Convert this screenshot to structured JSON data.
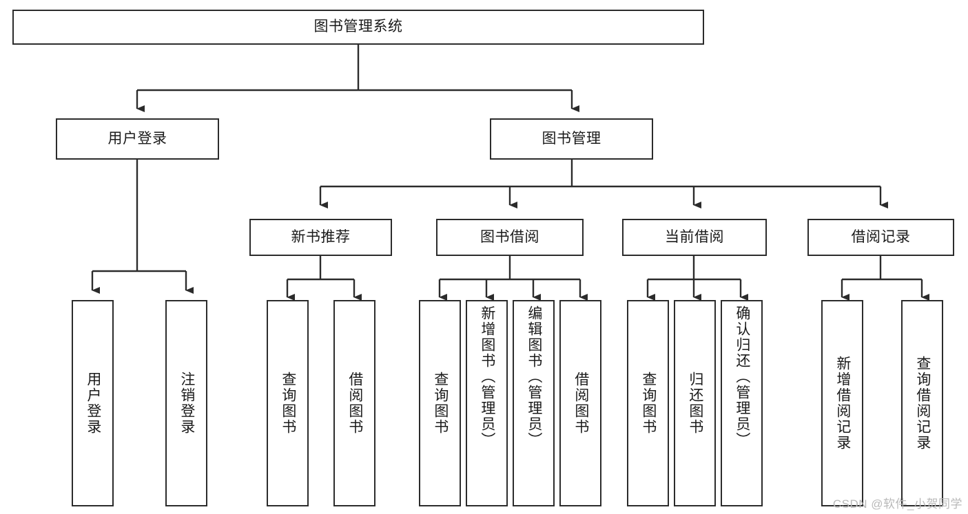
{
  "diagram": {
    "title": "图书管理系统",
    "type": "tree-hierarchy",
    "orientation": "top-down",
    "colors": {
      "node_border": "#2b2b2b",
      "node_fill": "#ffffff",
      "edge": "#2b2b2b",
      "text": "#1a1a1a",
      "watermark": "#b9b9b9",
      "background": "#ffffff"
    }
  },
  "watermark": {
    "text": "CSDN @软件_小贺同学"
  },
  "nodes": {
    "root": {
      "label": "图书管理系统",
      "level": 1
    },
    "level2": [
      {
        "id": "user-login",
        "label": "用户登录"
      },
      {
        "id": "book-manage",
        "label": "图书管理"
      }
    ],
    "level3": [
      {
        "id": "new-book-recommend",
        "label": "新书推荐"
      },
      {
        "id": "book-borrow",
        "label": "图书借阅"
      },
      {
        "id": "current-borrow",
        "label": "当前借阅"
      },
      {
        "id": "borrow-record",
        "label": "借阅记录"
      }
    ],
    "leaves": {
      "user-login": [
        {
          "id": "leaf-user-login",
          "label": "用户登录"
        },
        {
          "id": "leaf-logout-login",
          "label": "注销登录"
        }
      ],
      "new-book-recommend": [
        {
          "id": "leaf-query-book-1",
          "label": "查询图书"
        },
        {
          "id": "leaf-borrow-book-1",
          "label": "借阅图书"
        }
      ],
      "book-borrow": [
        {
          "id": "leaf-query-book-2",
          "label": "查询图书"
        },
        {
          "id": "leaf-add-book",
          "label": "新增图书（管理员）"
        },
        {
          "id": "leaf-edit-book",
          "label": "编辑图书（管理员）"
        },
        {
          "id": "leaf-borrow-book-2",
          "label": "借阅图书"
        }
      ],
      "current-borrow": [
        {
          "id": "leaf-query-book-3",
          "label": "查询图书"
        },
        {
          "id": "leaf-return-book",
          "label": "归还图书"
        },
        {
          "id": "leaf-confirm-return",
          "label": "确认归还（管理员）"
        }
      ],
      "borrow-record": [
        {
          "id": "leaf-add-record",
          "label": "新增借阅记录"
        },
        {
          "id": "leaf-query-record",
          "label": "查询借阅记录"
        }
      ]
    }
  }
}
